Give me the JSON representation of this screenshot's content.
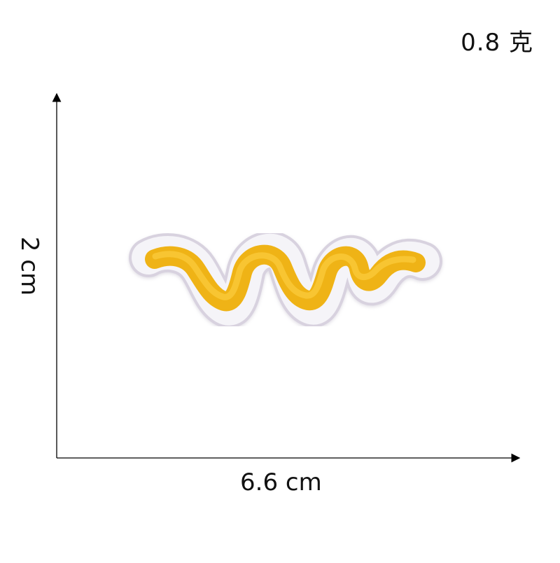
{
  "dimensions": {
    "width_label": "6.6 cm",
    "height_label": "2 cm"
  },
  "weight": {
    "label": "0.8 克"
  },
  "product": {
    "icon": "yellow-wavy-embroidered-patch-icon",
    "colors": {
      "fill": "#f2b51b",
      "fill_highlight": "#ffd24a",
      "border": "#f4f3f7",
      "border_shadow": "#d7d2df",
      "axis": "#000000"
    }
  }
}
